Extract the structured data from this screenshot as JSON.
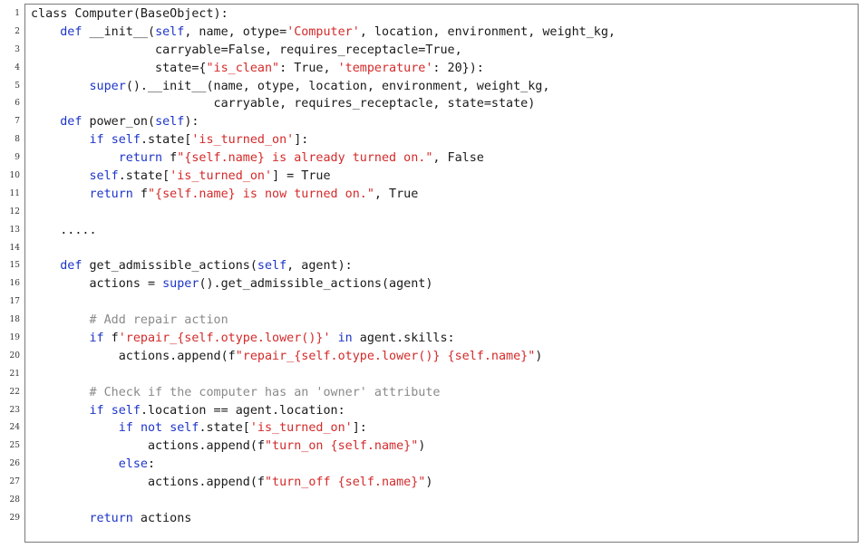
{
  "code_lines": [
    {
      "n": "1",
      "parts": [
        {
          "t": "class Computer(BaseObject):",
          "c": "plain"
        }
      ]
    },
    {
      "n": "2",
      "parts": [
        {
          "t": "    ",
          "c": "plain"
        },
        {
          "t": "def",
          "c": "kw"
        },
        {
          "t": " __init__(",
          "c": "plain"
        },
        {
          "t": "self",
          "c": "kw"
        },
        {
          "t": ", name, otype=",
          "c": "plain"
        },
        {
          "t": "'Computer'",
          "c": "str"
        },
        {
          "t": ", location, environment, weight_kg,",
          "c": "plain"
        }
      ]
    },
    {
      "n": "3",
      "parts": [
        {
          "t": "                 carryable=False, requires_receptacle=True,",
          "c": "plain"
        }
      ]
    },
    {
      "n": "4",
      "parts": [
        {
          "t": "                 state={",
          "c": "plain"
        },
        {
          "t": "\"is_clean\"",
          "c": "str"
        },
        {
          "t": ": True, ",
          "c": "plain"
        },
        {
          "t": "'temperature'",
          "c": "str"
        },
        {
          "t": ": 20}):",
          "c": "plain"
        }
      ]
    },
    {
      "n": "5",
      "parts": [
        {
          "t": "        ",
          "c": "plain"
        },
        {
          "t": "super",
          "c": "kw"
        },
        {
          "t": "().__init__(name, otype, location, environment, weight_kg,",
          "c": "plain"
        }
      ]
    },
    {
      "n": "6",
      "parts": [
        {
          "t": "                         carryable, requires_receptacle, state=state)",
          "c": "plain"
        }
      ]
    },
    {
      "n": "7",
      "parts": [
        {
          "t": "    ",
          "c": "plain"
        },
        {
          "t": "def",
          "c": "kw"
        },
        {
          "t": " power_on(",
          "c": "plain"
        },
        {
          "t": "self",
          "c": "kw"
        },
        {
          "t": "):",
          "c": "plain"
        }
      ]
    },
    {
      "n": "8",
      "parts": [
        {
          "t": "        ",
          "c": "plain"
        },
        {
          "t": "if",
          "c": "kw"
        },
        {
          "t": " ",
          "c": "plain"
        },
        {
          "t": "self",
          "c": "kw"
        },
        {
          "t": ".state[",
          "c": "plain"
        },
        {
          "t": "'is_turned_on'",
          "c": "str"
        },
        {
          "t": "]:",
          "c": "plain"
        }
      ]
    },
    {
      "n": "9",
      "parts": [
        {
          "t": "            ",
          "c": "plain"
        },
        {
          "t": "return",
          "c": "kw"
        },
        {
          "t": " f",
          "c": "plain"
        },
        {
          "t": "\"{self.name} is already turned on.\"",
          "c": "str"
        },
        {
          "t": ", False",
          "c": "plain"
        }
      ]
    },
    {
      "n": "10",
      "parts": [
        {
          "t": "        ",
          "c": "plain"
        },
        {
          "t": "self",
          "c": "kw"
        },
        {
          "t": ".state[",
          "c": "plain"
        },
        {
          "t": "'is_turned_on'",
          "c": "str"
        },
        {
          "t": "] = True",
          "c": "plain"
        }
      ]
    },
    {
      "n": "11",
      "parts": [
        {
          "t": "        ",
          "c": "plain"
        },
        {
          "t": "return",
          "c": "kw"
        },
        {
          "t": " f",
          "c": "plain"
        },
        {
          "t": "\"{self.name} is now turned on.\"",
          "c": "str"
        },
        {
          "t": ", True",
          "c": "plain"
        }
      ]
    },
    {
      "n": "12",
      "parts": []
    },
    {
      "n": "13",
      "parts": [
        {
          "t": "    .....",
          "c": "plain"
        }
      ]
    },
    {
      "n": "14",
      "parts": []
    },
    {
      "n": "15",
      "parts": [
        {
          "t": "    ",
          "c": "plain"
        },
        {
          "t": "def",
          "c": "kw"
        },
        {
          "t": " get_admissible_actions(",
          "c": "plain"
        },
        {
          "t": "self",
          "c": "kw"
        },
        {
          "t": ", agent):",
          "c": "plain"
        }
      ]
    },
    {
      "n": "16",
      "parts": [
        {
          "t": "        actions = ",
          "c": "plain"
        },
        {
          "t": "super",
          "c": "kw"
        },
        {
          "t": "().get_admissible_actions(agent)",
          "c": "plain"
        }
      ]
    },
    {
      "n": "17",
      "parts": []
    },
    {
      "n": "18",
      "parts": [
        {
          "t": "        ",
          "c": "plain"
        },
        {
          "t": "# Add repair action",
          "c": "cm"
        }
      ]
    },
    {
      "n": "19",
      "parts": [
        {
          "t": "        ",
          "c": "plain"
        },
        {
          "t": "if",
          "c": "kw"
        },
        {
          "t": " f",
          "c": "plain"
        },
        {
          "t": "'repair_{self.otype.lower()}'",
          "c": "str"
        },
        {
          "t": " ",
          "c": "plain"
        },
        {
          "t": "in",
          "c": "kw"
        },
        {
          "t": " agent.skills:",
          "c": "plain"
        }
      ]
    },
    {
      "n": "20",
      "parts": [
        {
          "t": "            actions.append(f",
          "c": "plain"
        },
        {
          "t": "\"repair_{self.otype.lower()} {self.name}\"",
          "c": "str"
        },
        {
          "t": ")",
          "c": "plain"
        }
      ]
    },
    {
      "n": "21",
      "parts": []
    },
    {
      "n": "22",
      "parts": [
        {
          "t": "        ",
          "c": "plain"
        },
        {
          "t": "# Check if the computer has an 'owner' attribute",
          "c": "cm"
        }
      ]
    },
    {
      "n": "23",
      "parts": [
        {
          "t": "        ",
          "c": "plain"
        },
        {
          "t": "if",
          "c": "kw"
        },
        {
          "t": " ",
          "c": "plain"
        },
        {
          "t": "self",
          "c": "kw"
        },
        {
          "t": ".location == agent.location:",
          "c": "plain"
        }
      ]
    },
    {
      "n": "24",
      "parts": [
        {
          "t": "            ",
          "c": "plain"
        },
        {
          "t": "if",
          "c": "kw"
        },
        {
          "t": " ",
          "c": "plain"
        },
        {
          "t": "not",
          "c": "kw"
        },
        {
          "t": " ",
          "c": "plain"
        },
        {
          "t": "self",
          "c": "kw"
        },
        {
          "t": ".state[",
          "c": "plain"
        },
        {
          "t": "'is_turned_on'",
          "c": "str"
        },
        {
          "t": "]:",
          "c": "plain"
        }
      ]
    },
    {
      "n": "25",
      "parts": [
        {
          "t": "                actions.append(f",
          "c": "plain"
        },
        {
          "t": "\"turn_on {self.name}\"",
          "c": "str"
        },
        {
          "t": ")",
          "c": "plain"
        }
      ]
    },
    {
      "n": "26",
      "parts": [
        {
          "t": "            ",
          "c": "plain"
        },
        {
          "t": "else",
          "c": "kw"
        },
        {
          "t": ":",
          "c": "plain"
        }
      ]
    },
    {
      "n": "27",
      "parts": [
        {
          "t": "                actions.append(f",
          "c": "plain"
        },
        {
          "t": "\"turn_off {self.name}\"",
          "c": "str"
        },
        {
          "t": ")",
          "c": "plain"
        }
      ]
    },
    {
      "n": "28",
      "parts": []
    },
    {
      "n": "29",
      "parts": [
        {
          "t": "        ",
          "c": "plain"
        },
        {
          "t": "return",
          "c": "kw"
        },
        {
          "t": " actions",
          "c": "plain"
        }
      ]
    }
  ],
  "colors": {
    "keyword": "#1d35c8",
    "string": "#d42a2a",
    "comment": "#8a8a8a",
    "text": "#1a1a1a",
    "frame_border": "#7a7a7a"
  }
}
